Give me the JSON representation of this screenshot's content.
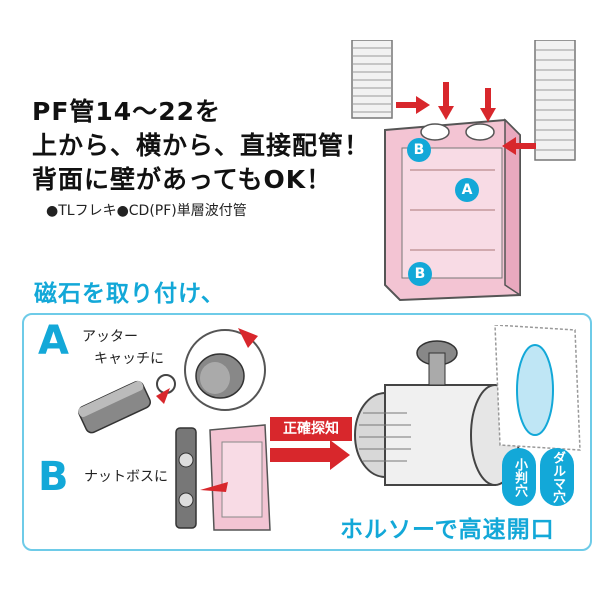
{
  "headline": {
    "line1": "PF管14～22を",
    "line2": "上から、横から、直接配管！",
    "line3": "背面に壁があってもOK！"
  },
  "pipe_types": "●TLフレキ●CD(PF)単層波付管",
  "magnet_title": "磁石を取り付け、",
  "section_a": {
    "letter": "A",
    "label_line1": "アッター",
    "label_line2": "キャッチに"
  },
  "section_b": {
    "letter": "B",
    "label": "ナットボスに"
  },
  "detect_banner": "正確探知",
  "bottom_title": "ホルソーで高速開口",
  "bubbles": {
    "left": "小判穴",
    "right": "ダルマ穴"
  },
  "markers": {
    "a": "A",
    "b": "B"
  },
  "colors": {
    "accent": "#13a8d8",
    "red": "#d8272c",
    "pink": "#f3c4d3"
  }
}
